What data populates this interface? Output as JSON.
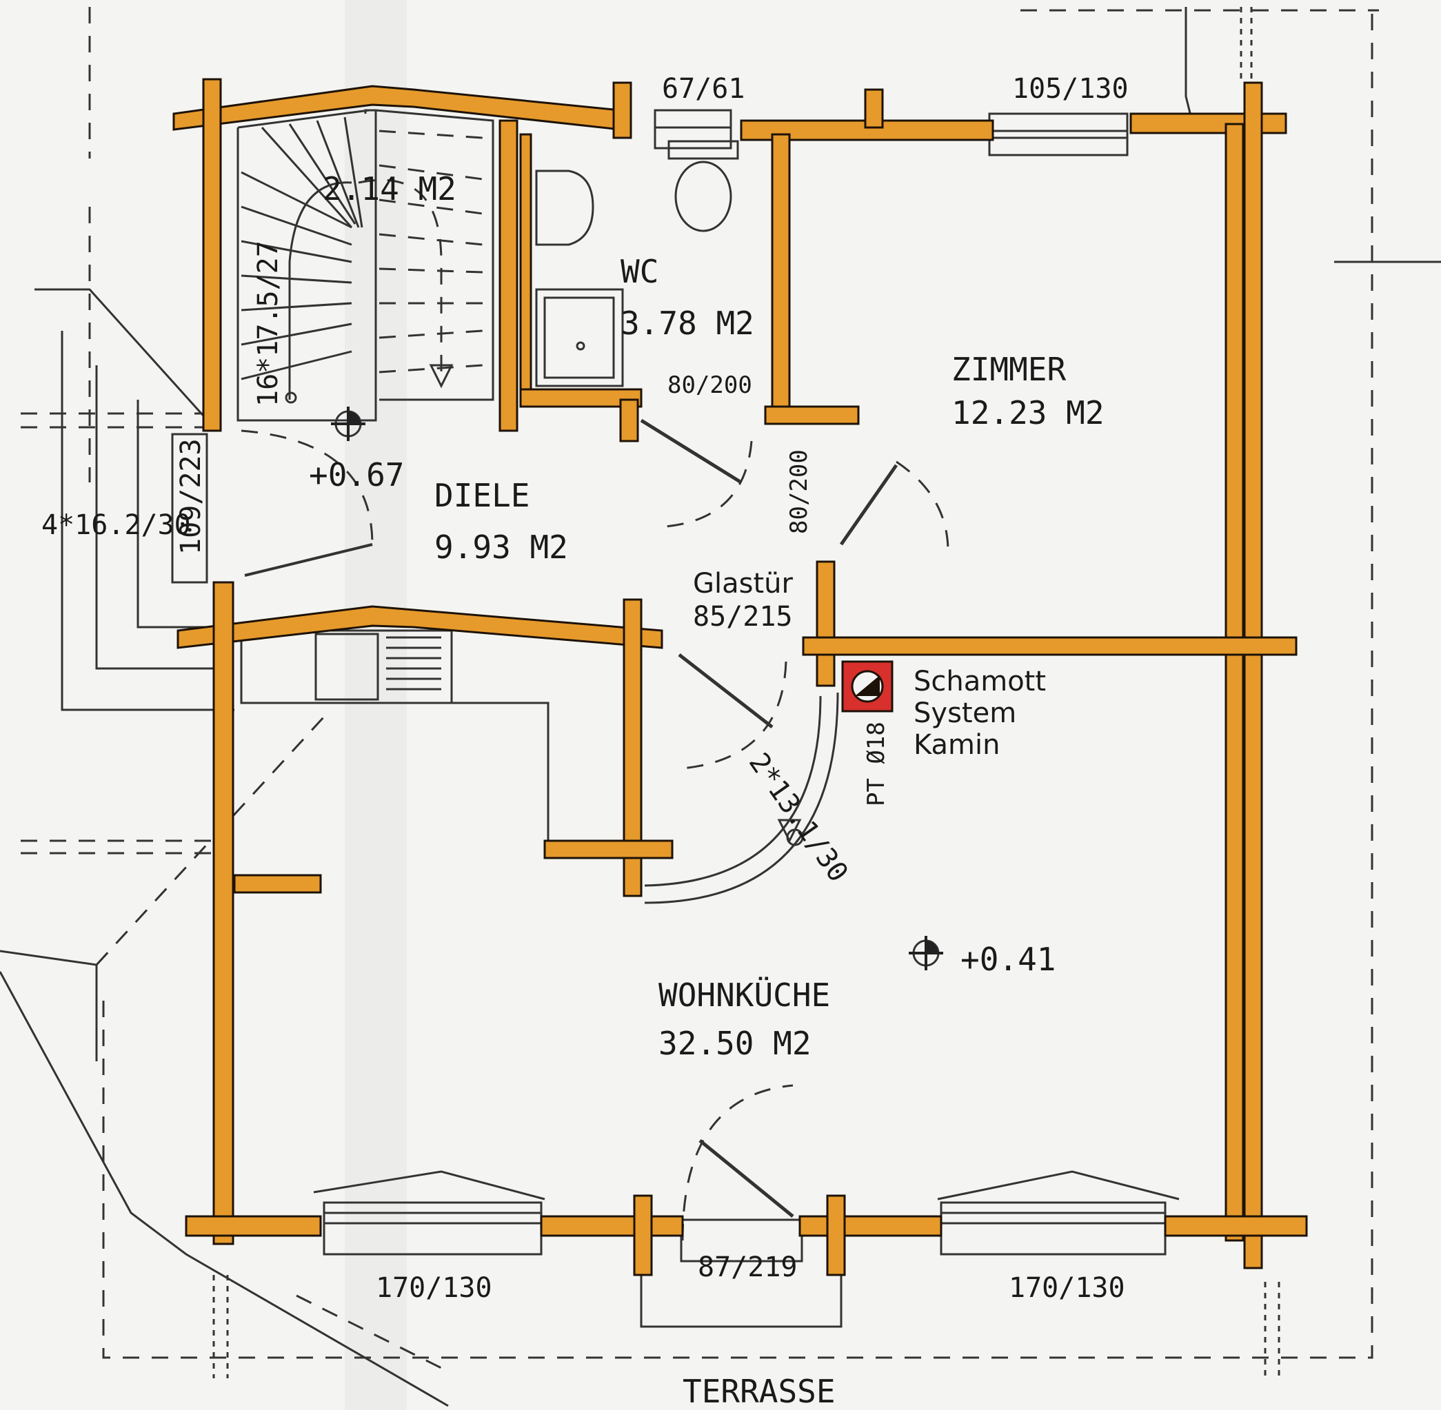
{
  "colors": {
    "wall_fill": "#e69a2b",
    "wall_outline": "#1d1208",
    "chimney_red": "#d8302c",
    "paper": "#f4f5f3",
    "ink": "#1a1a1a"
  },
  "rooms": {
    "stairs": {
      "area": "2.14 M2",
      "steps": "16*17.5/27"
    },
    "wc": {
      "name": "WC",
      "area": "3.78 M2"
    },
    "zimmer": {
      "name": "ZIMMER",
      "area": "12.23 M2"
    },
    "diele": {
      "name": "DIELE",
      "area": "9.93 M2"
    },
    "wohnkueche": {
      "name": "WOHNKÜCHE",
      "area": "32.50 M2"
    }
  },
  "openings": {
    "window_wc": "67/61",
    "window_zimmer": "105/130",
    "door_wc": "80/200",
    "door_zimmer": "80/200",
    "glass_door_name": "Glastür",
    "glass_door_size": "85/215",
    "entrance_door": "109/223",
    "window_bottom_left": "170/130",
    "terrace_door": "87/219",
    "window_bottom_right": "170/130"
  },
  "levels": {
    "upper": "+0.67",
    "lower": "+0.41"
  },
  "outside": {
    "steps": "4*16.2/30",
    "inner_steps": "2*13.1/30",
    "terrace": "TERRASSE"
  },
  "chimney": {
    "line1": "Schamott",
    "line2": "System",
    "line3": "Kamin",
    "pipe": "PT Ø18"
  }
}
